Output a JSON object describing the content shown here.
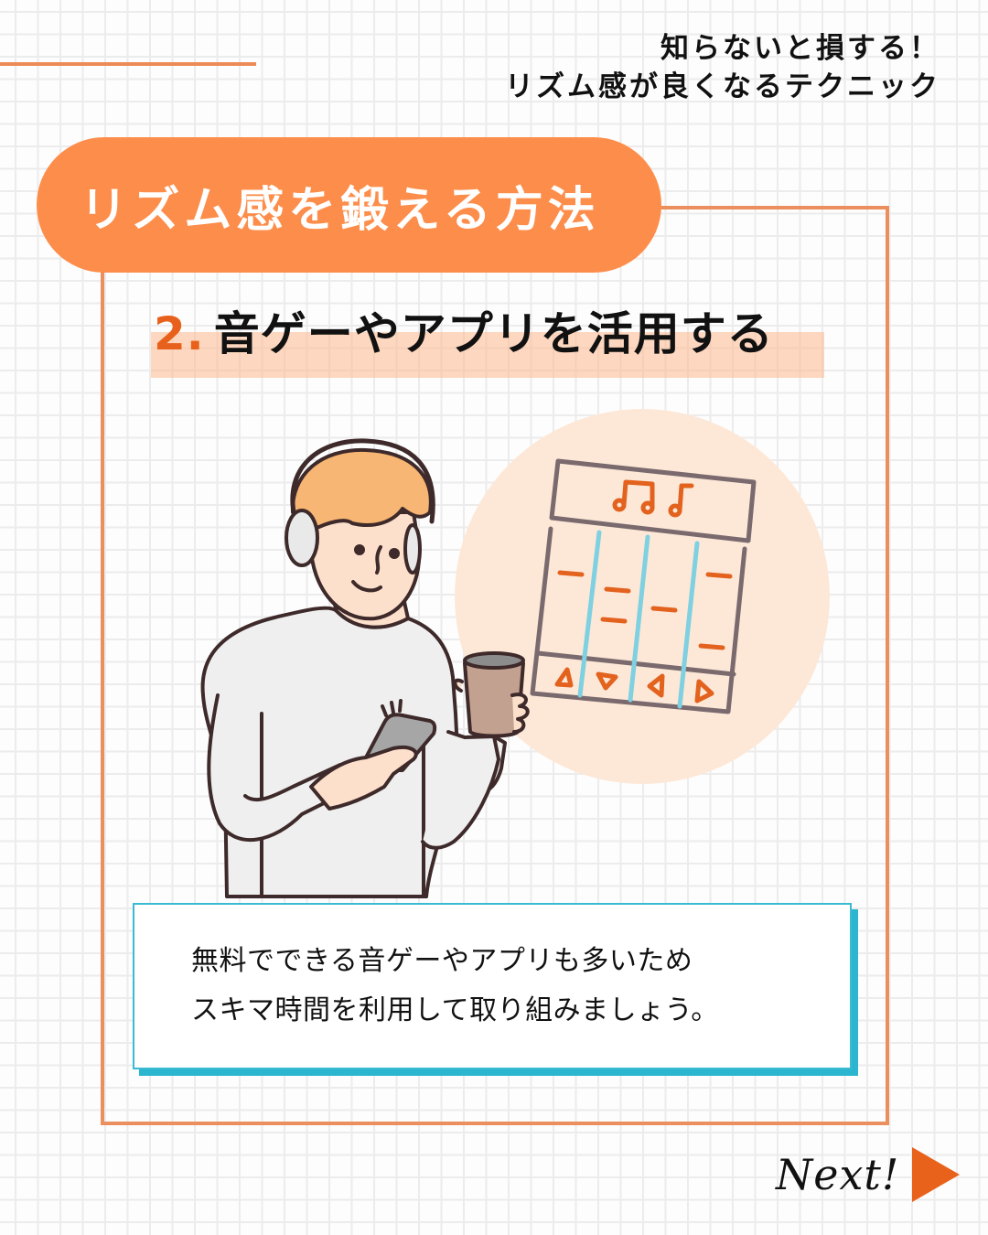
{
  "series": {
    "line1": "知らないと損する！",
    "line2": "リズム感が良くなるテクニック"
  },
  "section": {
    "heading": "リズム感を鍛える方法"
  },
  "item": {
    "number": "2.",
    "title": "音ゲーやアプリを活用する"
  },
  "illustration": {
    "subject": "person-with-headphones-using-smartphone-holding-coffee",
    "game_screen": {
      "header_icon": "music-notes-icon",
      "lanes": 4,
      "buttons": [
        "arrow-up-icon",
        "arrow-down-icon",
        "arrow-left-icon",
        "arrow-right-icon"
      ]
    }
  },
  "description": {
    "line1": "無料でできる音ゲーやアプリも多いため",
    "line2": "スキマ時間を利用して取り組みましょう。"
  },
  "nav": {
    "next_label": "Next!"
  },
  "colors": {
    "accent_orange": "#fd8d4a",
    "frame_orange": "#ec8f5e",
    "number_orange": "#e8611c",
    "highlight_peach": "#fdb88c",
    "circle_peach": "#fde8d8",
    "textbox_teal": "#2cb5cf",
    "lane_blue": "#7fd0e0",
    "ink": "#111111"
  }
}
